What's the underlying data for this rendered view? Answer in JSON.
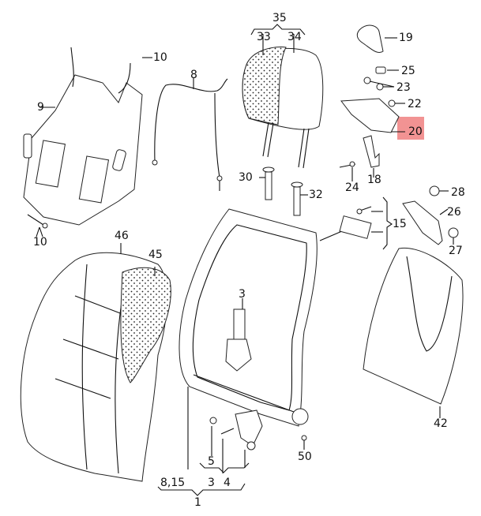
{
  "diagram": {
    "type": "exploded parts diagram",
    "subject": "seat backrest assembly",
    "highlight_color": "#f08080",
    "highlighted_label": "20",
    "labels": {
      "l35": "35",
      "l33": "33",
      "l34": "34",
      "l19": "19",
      "l25": "25",
      "l23": "23",
      "l22": "22",
      "l20": "20",
      "l18": "18",
      "l24": "24",
      "l28": "28",
      "l26": "26",
      "l27": "27",
      "l15": "15",
      "l10a": "10",
      "l9": "9",
      "l10b": "10",
      "l8": "8",
      "l30": "30",
      "l32": "32",
      "l46": "46",
      "l45": "45",
      "l3a": "3",
      "l42": "42",
      "l50": "50",
      "l5": "5",
      "l3b": "3",
      "l4": "4",
      "l815": "8,15",
      "l1": "1"
    }
  }
}
